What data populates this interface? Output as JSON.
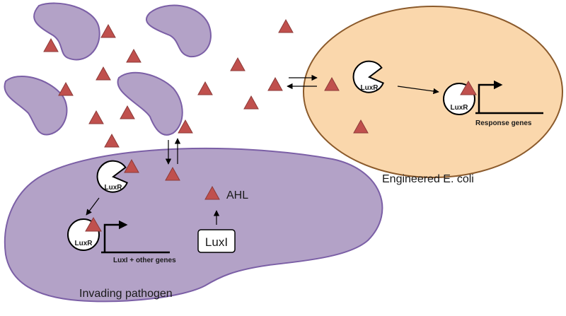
{
  "labels": {
    "pathogen": "Invading pathogen",
    "ecoli": "Engineered E. coli",
    "ahl": "AHL",
    "luxr": "LuxR",
    "luxi": "LuxI",
    "pathogen_genes": "LuxI + other genes",
    "ecoli_genes": "Response genes"
  },
  "colors": {
    "pathogen_fill": "#b3a2c7",
    "pathogen_stroke": "#7b5fa6",
    "ecoli_fill": "#fad7ac",
    "ecoli_stroke": "#8b5a2b",
    "ahl_fill": "#c0504d",
    "ahl_stroke": "#8c3a38"
  },
  "icons": [
    "ahl-triangle-icon",
    "luxr-pacman-icon",
    "promoter-arrow-icon",
    "bacterium-icon"
  ]
}
